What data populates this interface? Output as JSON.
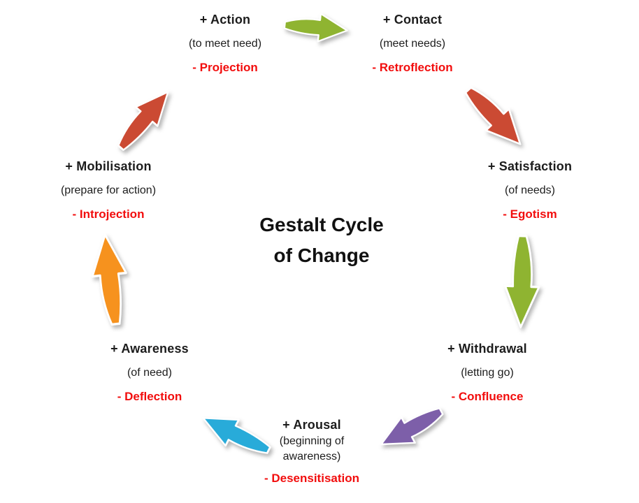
{
  "title": {
    "line1": "Gestalt Cycle",
    "line2": "of Change"
  },
  "stages": [
    {
      "positive": "+ Action",
      "detail": "(to meet need)",
      "negative": "- Projection"
    },
    {
      "positive": "+ Contact",
      "detail": "(meet needs)",
      "negative": "- Retroflection"
    },
    {
      "positive": "+ Satisfaction",
      "detail": "(of needs)",
      "negative": "- Egotism"
    },
    {
      "positive": "+ Withdrawal",
      "detail": "(letting go)",
      "negative": "- Confluence"
    },
    {
      "positive": "+ Arousal",
      "detail": "(beginning of awareness)",
      "negative": "- Desensitisation"
    },
    {
      "positive": "+ Awareness",
      "detail": "(of need)",
      "negative": "- Deflection"
    },
    {
      "positive": "+ Mobilisation",
      "detail": "(prepare for action)",
      "negative": "- Introjection"
    }
  ],
  "colors": {
    "stage_text": "#1c1c1c",
    "negative_text": "#f20d0d"
  },
  "arrows": [
    {
      "name": "action-to-contact",
      "color": "#8fb431"
    },
    {
      "name": "contact-to-satisfaction",
      "color": "#cb4a33"
    },
    {
      "name": "satisfaction-to-withdrawal",
      "color": "#8fb431"
    },
    {
      "name": "withdrawal-to-arousal",
      "color": "#7d5fa9"
    },
    {
      "name": "arousal-to-awareness",
      "color": "#28abd9"
    },
    {
      "name": "awareness-to-mobilisation",
      "color": "#f6921e"
    },
    {
      "name": "mobilisation-to-action",
      "color": "#cb4a33"
    }
  ]
}
